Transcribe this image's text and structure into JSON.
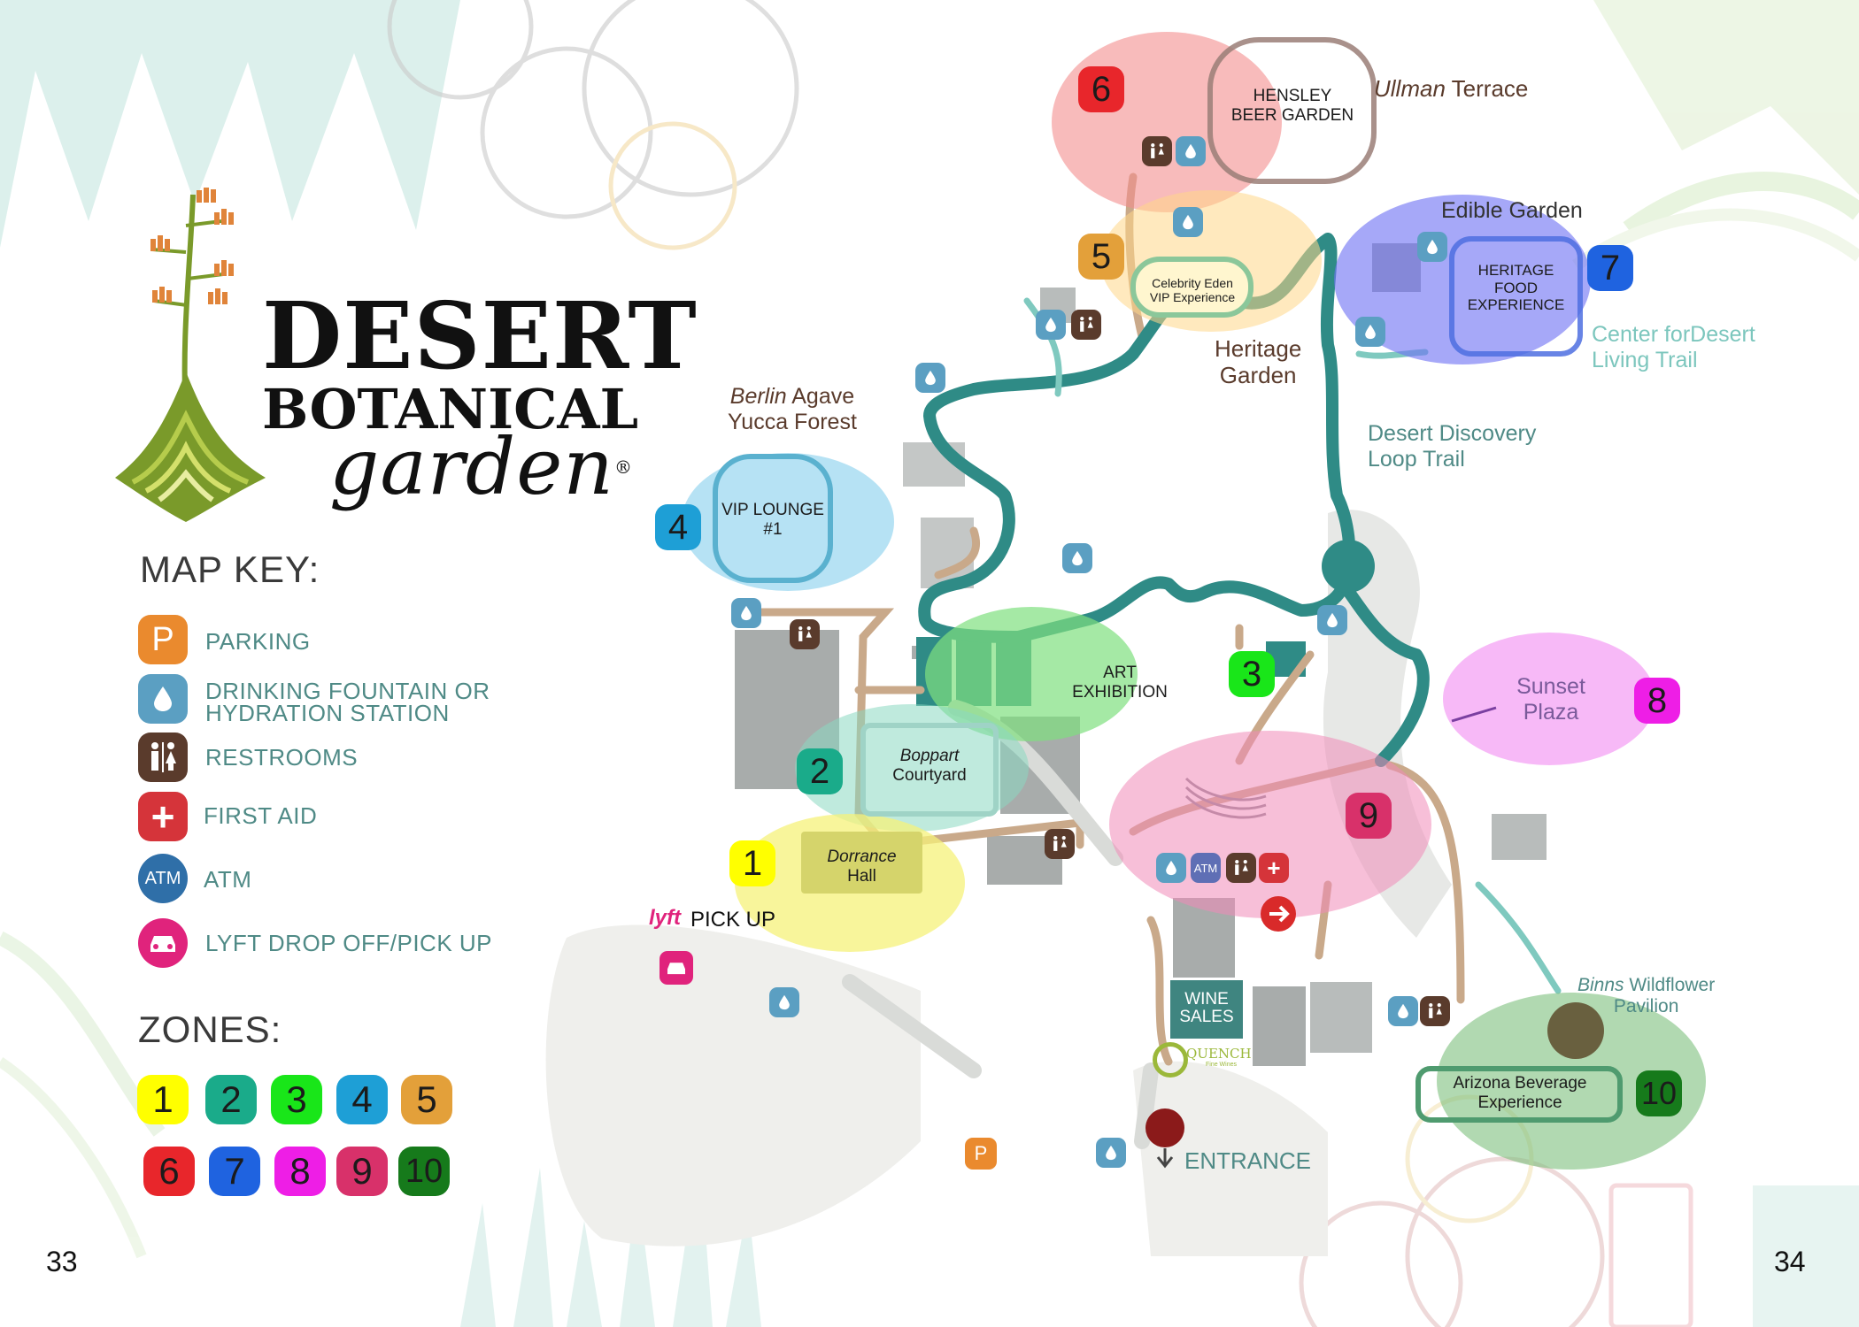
{
  "logo": {
    "line1": "DESERT",
    "line2": "BOTANICAL",
    "line3": "garden",
    "registered": "®"
  },
  "map_key": {
    "heading": "MAP KEY:",
    "items": [
      {
        "icon": "parking-icon",
        "symbol": "P",
        "label": "PARKING",
        "color": "#ea8a2e"
      },
      {
        "icon": "drinking-fountain-icon",
        "symbol": "",
        "label_line1": "DRINKING FOUNTAIN OR",
        "label_line2": "HYDRATION STATION",
        "color": "#5b9fc2"
      },
      {
        "icon": "restroom-icon",
        "symbol": "",
        "label": "RESTROOMS",
        "color": "#5a3b2c"
      },
      {
        "icon": "first-aid-icon",
        "symbol": "+",
        "label": "FIRST AID",
        "color": "#d5343a"
      },
      {
        "icon": "atm-icon",
        "symbol": "ATM",
        "label": "ATM",
        "color": "#2f6fa8"
      },
      {
        "icon": "lyft-car-icon",
        "symbol": "",
        "label": "LYFT DROP OFF/PICK UP",
        "color": "#e0237c"
      }
    ]
  },
  "zones": {
    "heading": "ZONES:",
    "items": [
      {
        "num": "1",
        "color": "#ffff00"
      },
      {
        "num": "2",
        "color": "#1aab8a"
      },
      {
        "num": "3",
        "color": "#19e619"
      },
      {
        "num": "4",
        "color": "#1e9fd6"
      },
      {
        "num": "5",
        "color": "#e3a03a"
      },
      {
        "num": "6",
        "color": "#e8262b"
      },
      {
        "num": "7",
        "color": "#1f63e0"
      },
      {
        "num": "8",
        "color": "#ee1ee6"
      },
      {
        "num": "9",
        "color": "#d8316a"
      },
      {
        "num": "10",
        "color": "#167a1b"
      }
    ]
  },
  "pages": {
    "left": "33",
    "right": "34"
  },
  "map": {
    "zone1_label_line1": "Dorrance",
    "zone1_label_line2": "Hall",
    "zone2_label_line1": "Boppart",
    "zone2_label_line2": "Courtyard",
    "zone3_label": "ART EXHIBITION",
    "zone4_label_line1": "VIP LOUNGE",
    "zone4_label_line2": "#1",
    "zone5_label_line1": "Celebrity Eden",
    "zone5_label_line2": "VIP Experience",
    "zone6_label_line1": "HENSLEY",
    "zone6_label_line2": "BEER GARDEN",
    "zone7_label_line1": "HERITAGE",
    "zone7_label_line2": "FOOD",
    "zone7_label_line3": "EXPERIENCE",
    "zone8_label_line1": "Sunset",
    "zone8_label_line2": "Plaza",
    "zone10_label_line1": "Arizona Beverage",
    "zone10_label_line2": "Experience",
    "ullman_italic": "Ullman",
    "ullman_rest": " Terrace",
    "edible_garden": "Edible Garden",
    "heritage_garden_line1": "Heritage",
    "heritage_garden_line2": "Garden",
    "center_trail_line1": "Center forDesert",
    "center_trail_line2": "Living Trail",
    "discovery_line1": "Desert Discovery",
    "discovery_line2": "Loop Trail",
    "berlin_italic": "Berlin",
    "berlin_rest": " Agave",
    "yucca": "Yucca Forest",
    "binns_italic": "Binns",
    "binns_rest": " Wildflower",
    "pavilion": "Pavilion",
    "lyft_logo": "lyft",
    "pick_up": "PICK UP",
    "wine_line1": "WINE",
    "wine_line2": "SALES",
    "quench": "QUENCH",
    "quench_sub": "Fine Wines",
    "entrance": "ENTRANCE",
    "parking_symbol": "P",
    "atm_symbol": "ATM"
  }
}
